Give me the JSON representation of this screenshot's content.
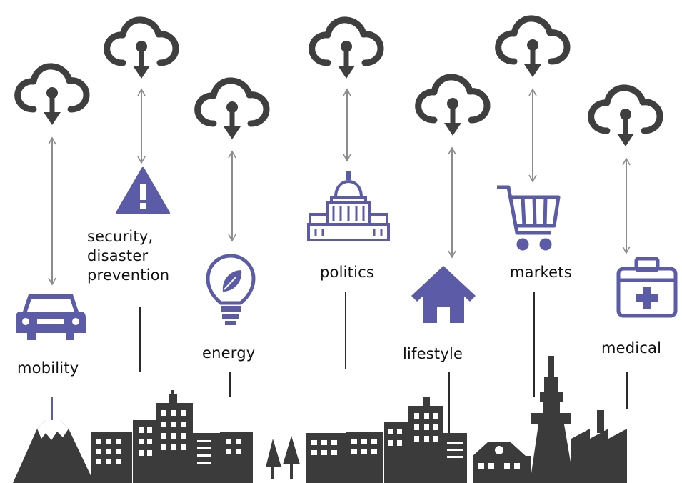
{
  "colors": {
    "icon": "#5b5ba8",
    "cloud": "#3f3f3f",
    "arrow": "#8c8c8c",
    "skyline": "#3b3b3b",
    "stem": "#2a2a2a"
  },
  "icons": [
    "cloud-download-icon",
    "car-icon",
    "warning-icon",
    "lightbulb-leaf-icon",
    "capitol-building-icon",
    "house-icon",
    "shopping-cart-icon",
    "medical-kit-icon"
  ],
  "labels": {
    "mobility": "mobility",
    "security_line1": "security,",
    "security_line2": "disaster",
    "security_line3": "prevention",
    "energy": "energy",
    "politics": "politics",
    "lifestyle": "lifestyle",
    "markets": "markets",
    "medical": "medical"
  }
}
